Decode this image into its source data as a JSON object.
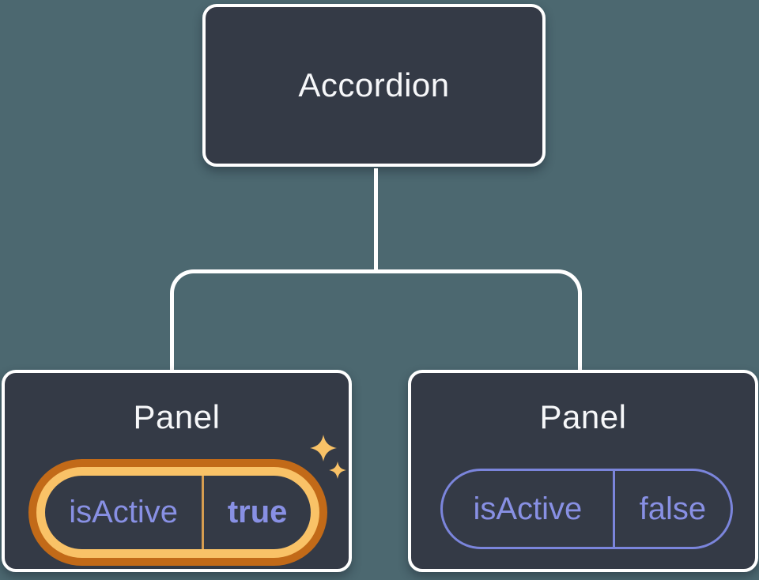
{
  "diagram": {
    "root": {
      "label": "Accordion"
    },
    "panels": [
      {
        "label": "Panel",
        "prop_name": "isActive",
        "prop_value": "true",
        "highlighted": true
      },
      {
        "label": "Panel",
        "prop_name": "isActive",
        "prop_value": "false",
        "highlighted": false
      }
    ]
  },
  "icons": {
    "sparkles": "sparkles-icon"
  },
  "colors": {
    "background": "#4C6870",
    "node_fill": "#343A46",
    "node_border": "#FFFFFF",
    "connector": "#FFFFFF",
    "title_text": "#F6F7F9",
    "prop_text": "#8890E4",
    "pill_border": "#7B85DC",
    "highlight_ring_outer": "#C26A18",
    "highlight_ring_inner": "#F9C267",
    "highlight_divider": "#D69D50",
    "sparkle": "#F9C267"
  }
}
